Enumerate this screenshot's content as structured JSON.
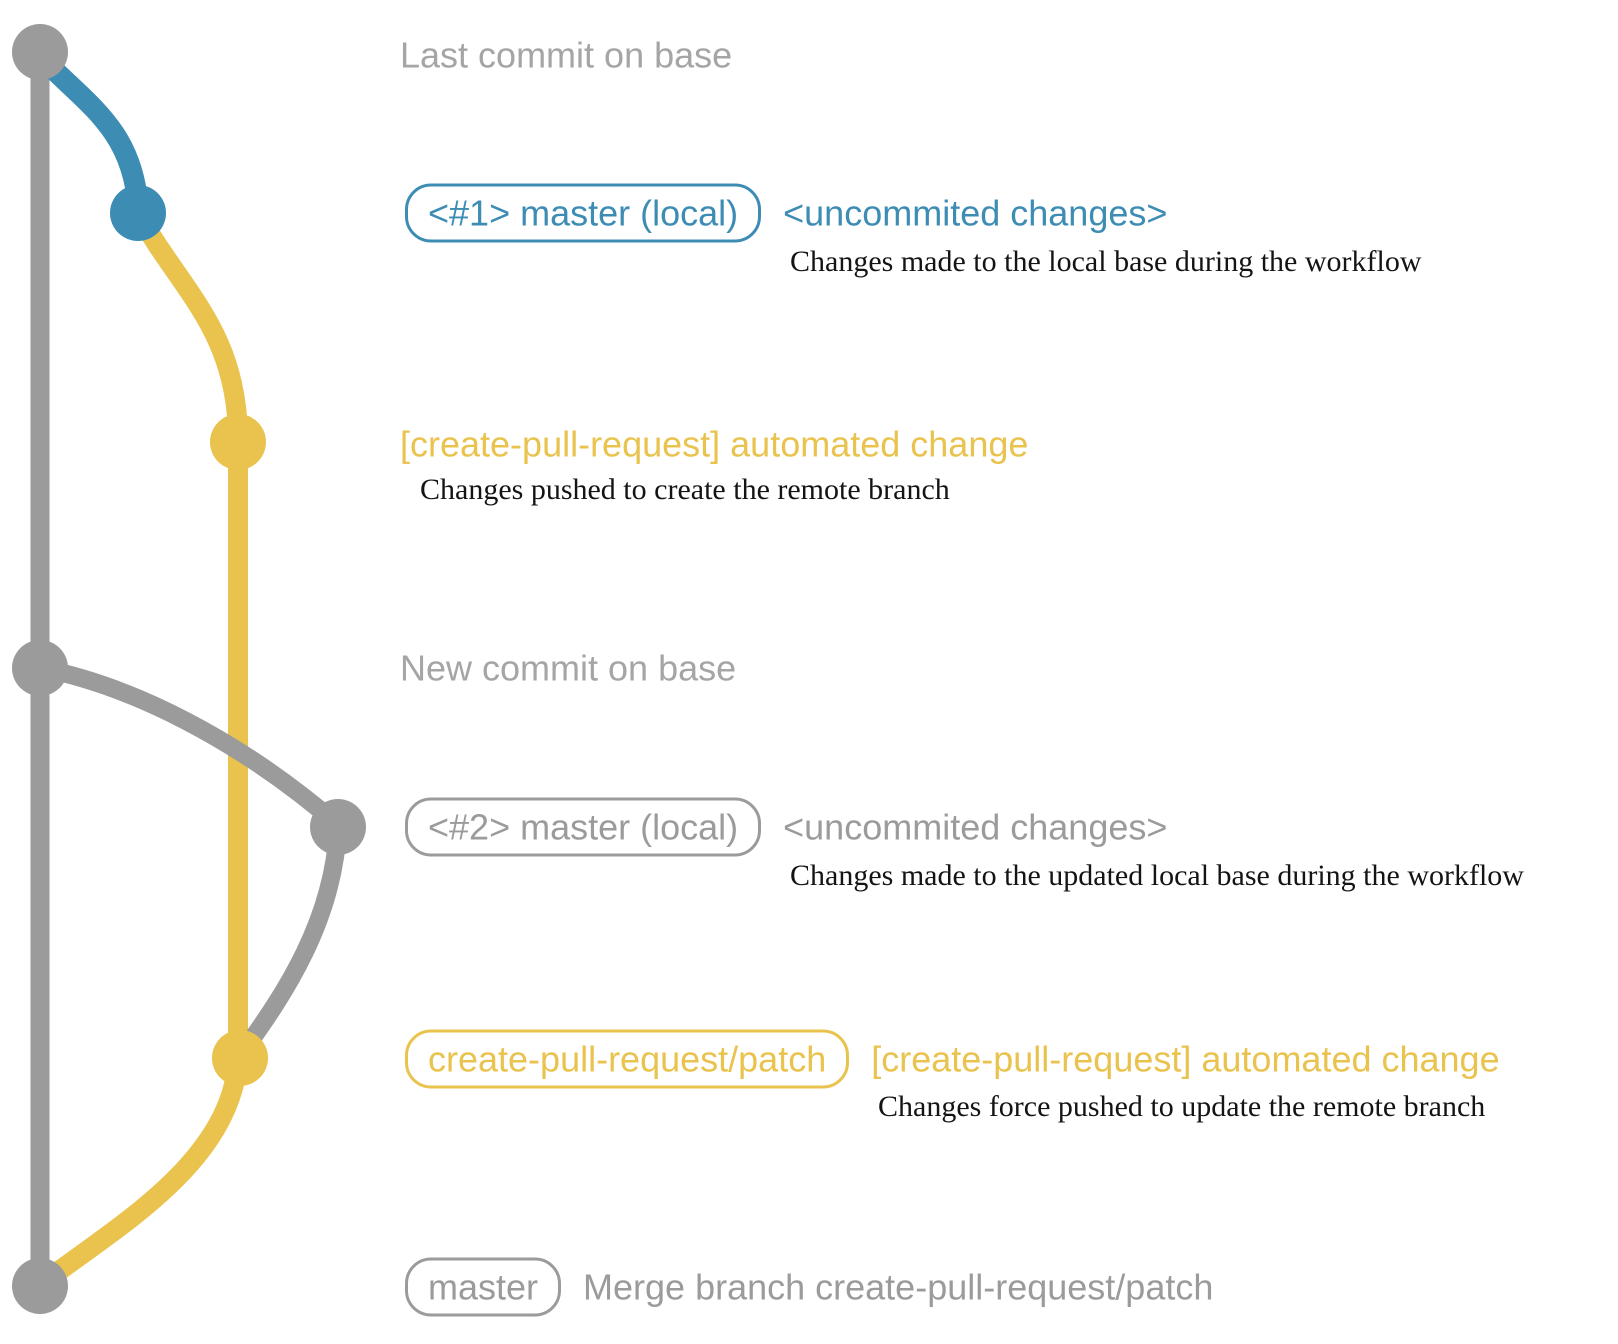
{
  "colors": {
    "gray": "#9b9b9b",
    "gray_light": "#a5a5a5",
    "blue": "#3c8cb4",
    "yellow": "#e9c34d",
    "note_black": "#141414"
  },
  "rows": {
    "last_commit": {
      "title": "Last commit on base"
    },
    "commit1": {
      "badge": "<#1> master (local)",
      "subject": "<uncommited changes>",
      "note": "Changes made to the local base during the workflow"
    },
    "push1": {
      "subject": "[create-pull-request] automated change",
      "note": "Changes pushed to create the remote branch"
    },
    "new_commit": {
      "title": "New commit on base"
    },
    "commit2": {
      "badge": "<#2> master (local)",
      "subject": "<uncommited changes>",
      "note": "Changes made to the updated local base during the workflow"
    },
    "push2": {
      "badge": "create-pull-request/patch",
      "subject": "[create-pull-request] automated change",
      "note": "Changes force pushed to update the remote branch"
    },
    "merge": {
      "badge": "master",
      "subject": "Merge branch create-pull-request/patch"
    }
  }
}
